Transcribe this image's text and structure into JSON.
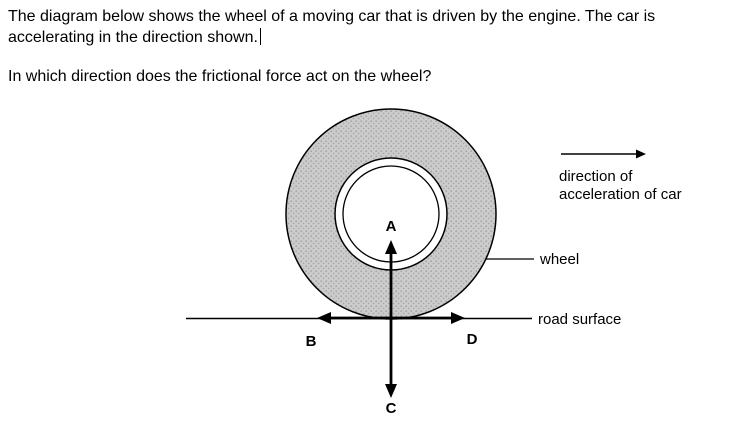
{
  "question": {
    "intro": "The diagram below shows the wheel of a moving car that is driven by the engine. The car is accelerating in the direction shown.",
    "prompt": "In which direction does the frictional force act on the wheel?"
  },
  "diagram": {
    "options": {
      "A": "A",
      "B": "B",
      "C": "C",
      "D": "D"
    },
    "annotations": {
      "acceleration_line1": "direction of",
      "acceleration_line2": "acceleration of car",
      "wheel": "wheel",
      "road": "road surface"
    },
    "colors": {
      "wheel_fill": "#cccccc",
      "wheel_dots": "#a6a6a6",
      "ink": "#000000"
    }
  }
}
